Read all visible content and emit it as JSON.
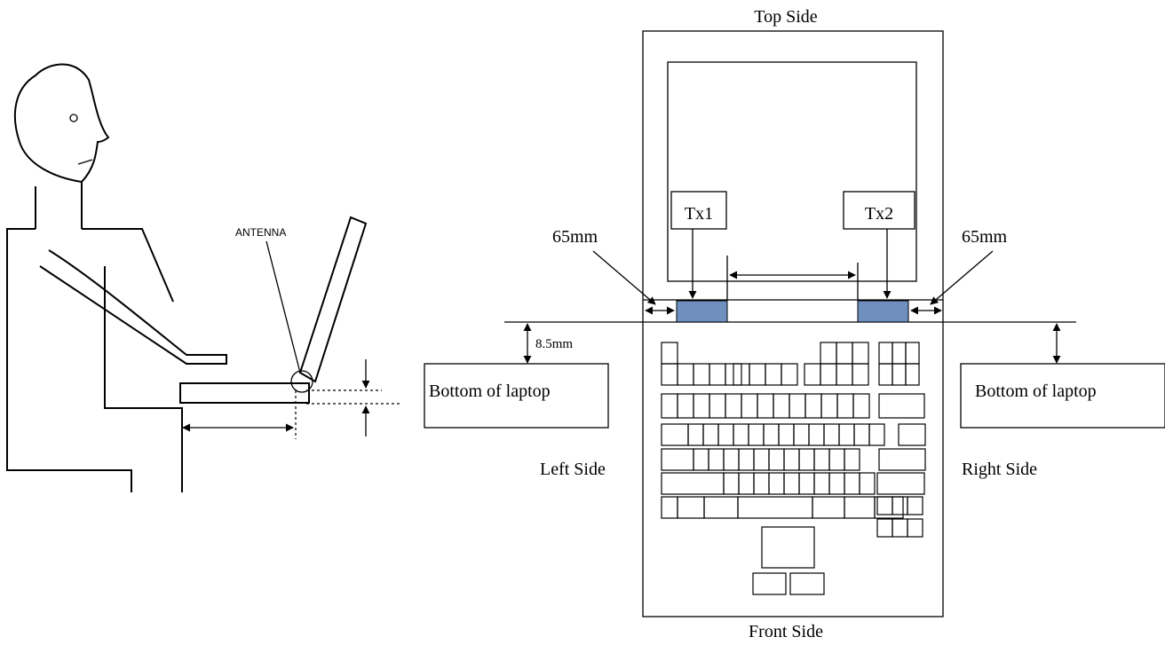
{
  "side_view": {
    "antenna_label": "ANTENNA"
  },
  "top_view": {
    "top_side": "Top Side",
    "front_side": "Front Side",
    "left_side": "Left Side",
    "right_side": "Right Side",
    "tx1": "Tx1",
    "tx2": "Tx2",
    "dist_left": "65mm",
    "dist_right": "65mm",
    "dist_bottom": "8.5mm",
    "bottom_left": "Bottom of laptop",
    "bottom_right": "Bottom of laptop",
    "antenna_color": "#6f8fbf"
  }
}
